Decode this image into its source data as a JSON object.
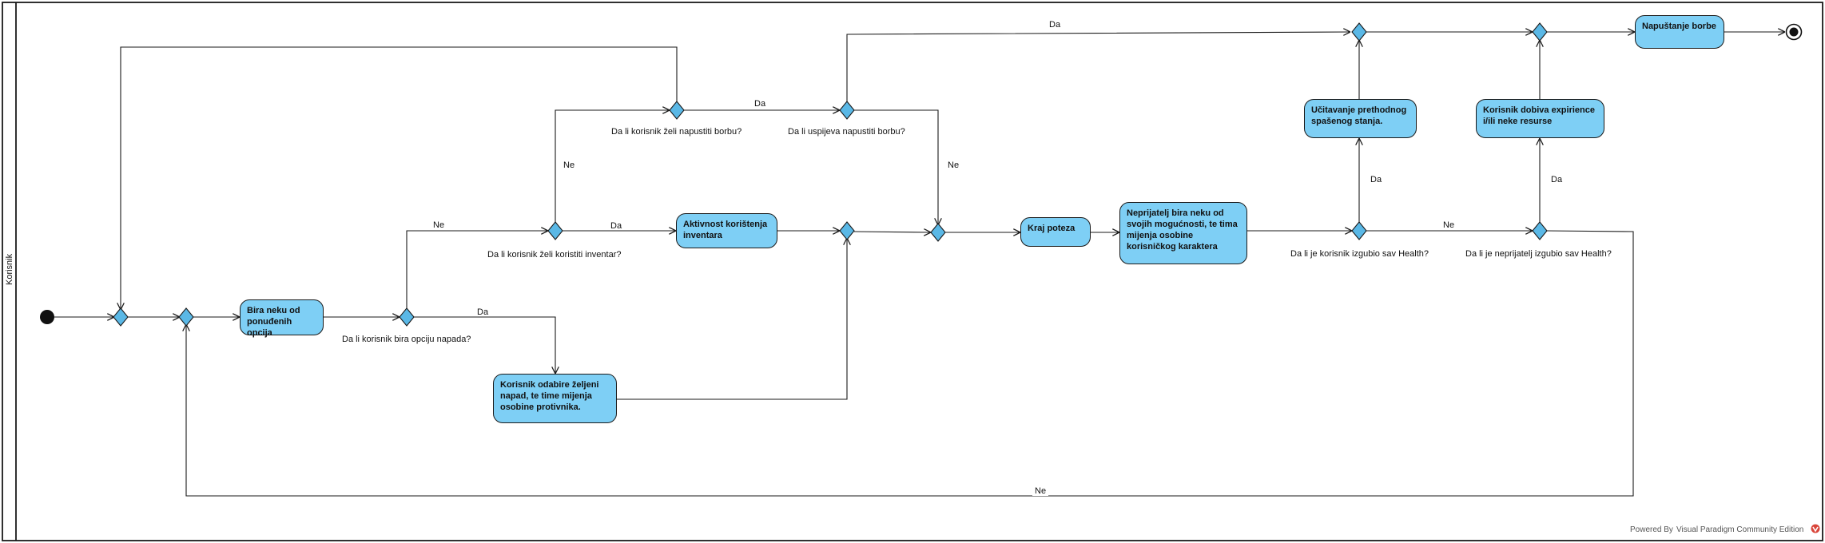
{
  "swimlane": {
    "title": "Korisnik"
  },
  "actions": {
    "bira_opciju": "Bira neku od ponuđenih opcija",
    "inventar": "Aktivnost korištenja inventara",
    "napad": "Korisnik odabire željeni napad, te time mijenja osobine protivnika.",
    "kraj_poteza": "Kraj poteza",
    "neprijatelj_bira": "Neprijatelj bira neku od svojih mogućnosti, te tima mijenja osobine korisničkog karaktera",
    "ucitavanje": "Učitavanje prethodnog spašenog stanja.",
    "expirience": "Korisnik dobiva expirience i/ili neke resurse",
    "napustanje": "Napuštanje borbe"
  },
  "decisions": {
    "napada": "Da li korisnik bira opciju napada?",
    "inventar": "Da li korisnik želi koristiti inventar?",
    "napustiti": "Da li korisnik želi napustiti borbu?",
    "uspijeva": "Da li uspijeva napustiti borbu?",
    "korisnik_health": "Da li je korisnik izgubio sav Health?",
    "neprijatelj_health": "Da li je neprijatelj izgubio sav Health?"
  },
  "guards": {
    "da": "Da",
    "ne": "Ne"
  },
  "footer": {
    "powered_by": "Powered By",
    "edition": "Visual Paradigm Community Edition"
  },
  "colors": {
    "action_fill": "#7ecff5",
    "decision_fill": "#5ab8e6",
    "line": "#1a1a1a"
  }
}
